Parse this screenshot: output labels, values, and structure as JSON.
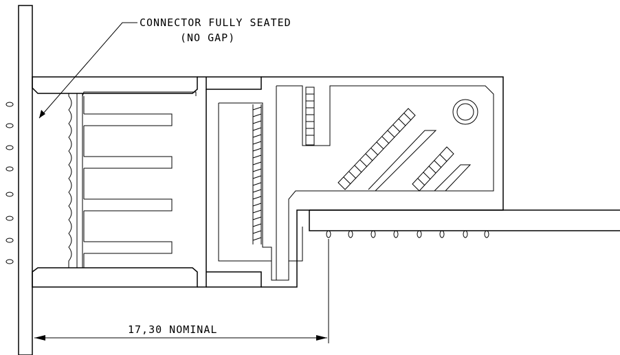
{
  "annotation": {
    "line1": "CONNECTOR FULLY SEATED",
    "line2": "(NO GAP)"
  },
  "dimension": {
    "label": "17,30 NOMINAL"
  }
}
